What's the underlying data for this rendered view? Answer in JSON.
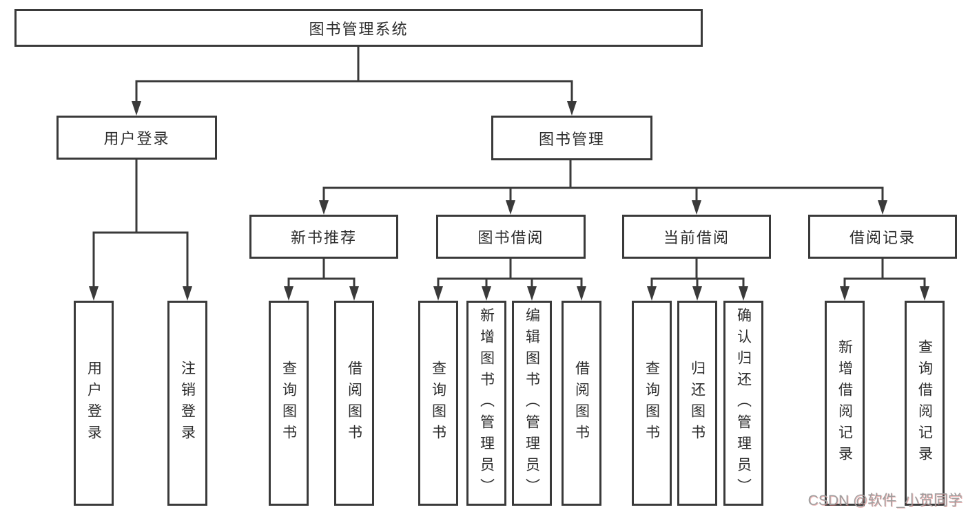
{
  "tree": {
    "root": {
      "label": "图书管理系统",
      "children": [
        {
          "label": "用户登录",
          "children": [
            {
              "label": "用户登录"
            },
            {
              "label": "注销登录"
            }
          ]
        },
        {
          "label": "图书管理",
          "children": [
            {
              "label": "新书推荐",
              "children": [
                {
                  "label": "查询图书"
                },
                {
                  "label": "借阅图书"
                }
              ]
            },
            {
              "label": "图书借阅",
              "children": [
                {
                  "label": "查询图书"
                },
                {
                  "label": "新增图书（管理员）"
                },
                {
                  "label": "编辑图书（管理员）"
                },
                {
                  "label": "借阅图书"
                }
              ]
            },
            {
              "label": "当前借阅",
              "children": [
                {
                  "label": "查询图书"
                },
                {
                  "label": "归还图书"
                },
                {
                  "label": "确认归还（管理员）"
                }
              ]
            },
            {
              "label": "借阅记录",
              "children": [
                {
                  "label": "新增借阅记录"
                },
                {
                  "label": "查询借阅记录"
                }
              ]
            }
          ]
        }
      ]
    }
  },
  "watermark": "CSDN @软件_小贺同学",
  "colors": {
    "line": "#3a3a3a",
    "box_border": "#3a3a3a",
    "box_fill": "#ffffff",
    "text": "#2d2d2d",
    "watermark_text": "#9e9e9e",
    "watermark_shadow": "#d96262"
  }
}
